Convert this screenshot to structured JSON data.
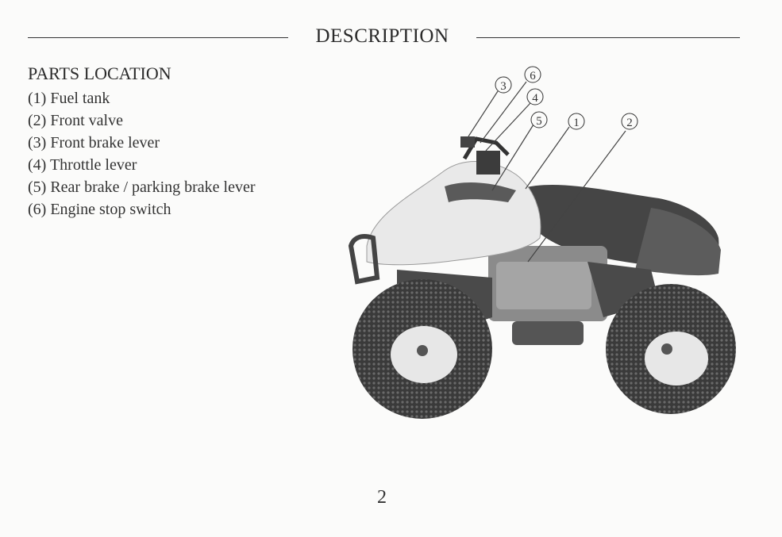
{
  "header": {
    "title": "DESCRIPTION"
  },
  "section": {
    "heading": "PARTS LOCATION"
  },
  "parts": [
    {
      "num": "(1)",
      "label": "Fuel tank"
    },
    {
      "num": "(2)",
      "label": "Front valve"
    },
    {
      "num": "(3)",
      "label": "Front brake lever"
    },
    {
      "num": "(4)",
      "label": "Throttle lever"
    },
    {
      "num": "(5)",
      "label": "Rear brake / parking brake lever"
    },
    {
      "num": "(6)",
      "label": "Engine stop switch"
    }
  ],
  "callouts": [
    "3",
    "6",
    "4",
    "5",
    "1",
    "2"
  ],
  "footer": {
    "page_number": "2"
  }
}
